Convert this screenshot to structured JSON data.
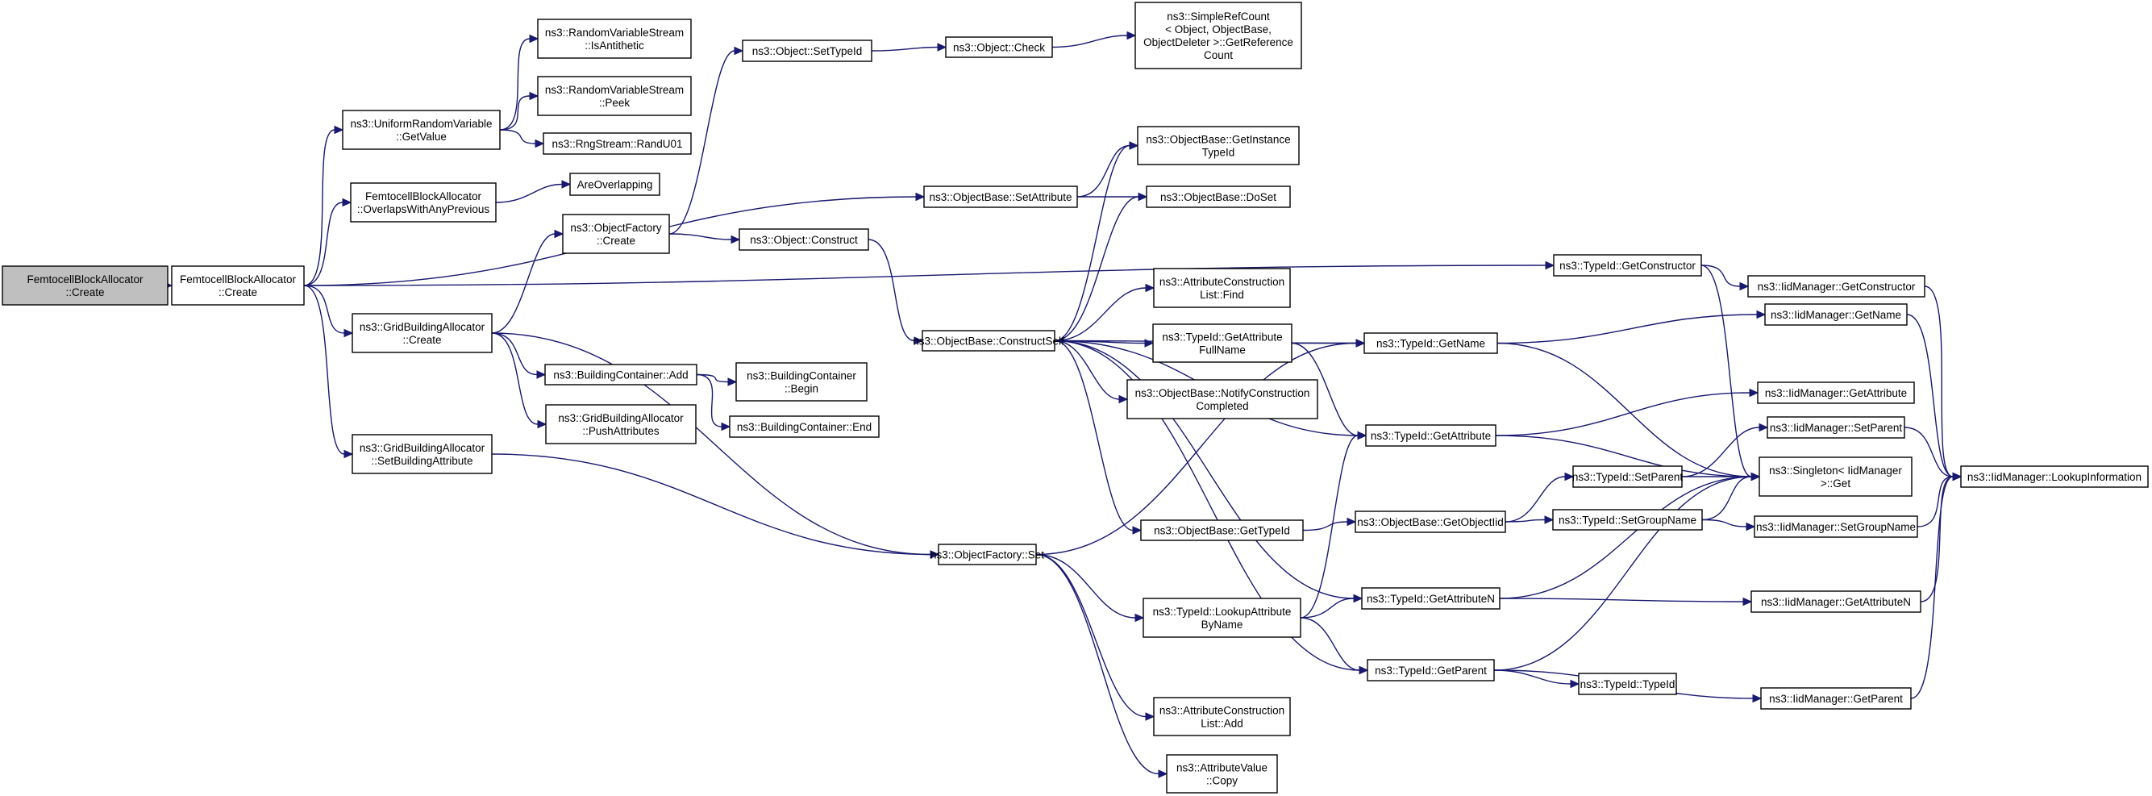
{
  "graph": {
    "edge_color": "#191970",
    "root_fill": "#bfbfbf",
    "nodes": [
      {
        "id": "root",
        "lines": [
          "FemtocellBlockAllocator",
          "::Create"
        ],
        "root": true
      },
      {
        "id": "fba",
        "lines": [
          "FemtocellBlockAllocator",
          "::Create"
        ]
      },
      {
        "id": "urvGet",
        "lines": [
          "ns3::UniformRandomVariable",
          "::GetValue"
        ]
      },
      {
        "id": "rvsAnti",
        "lines": [
          "ns3::RandomVariableStream",
          "::IsAntithetic"
        ]
      },
      {
        "id": "rvsPeek",
        "lines": [
          "ns3::RandomVariableStream",
          "::Peek"
        ]
      },
      {
        "id": "rngU01",
        "lines": [
          "ns3::RngStream::RandU01"
        ]
      },
      {
        "id": "fbaOverlap",
        "lines": [
          "FemtocellBlockAllocator",
          "::OverlapsWithAnyPrevious"
        ]
      },
      {
        "id": "areOverlap",
        "lines": [
          "AreOverlapping"
        ]
      },
      {
        "id": "ofCreate",
        "lines": [
          "ns3::ObjectFactory",
          "::Create"
        ]
      },
      {
        "id": "objSetTid",
        "lines": [
          "ns3::Object::SetTypeId"
        ]
      },
      {
        "id": "objCheck",
        "lines": [
          "ns3::Object::Check"
        ]
      },
      {
        "id": "srcGet",
        "lines": [
          "ns3::SimpleRefCount",
          "< Object, ObjectBase,",
          "ObjectDeleter >::GetReference",
          "Count"
        ]
      },
      {
        "id": "objConstruct",
        "lines": [
          "ns3::Object::Construct"
        ]
      },
      {
        "id": "obSetAttr",
        "lines": [
          "ns3::ObjectBase::SetAttribute"
        ]
      },
      {
        "id": "obGetInst",
        "lines": [
          "ns3::ObjectBase::GetInstance",
          "TypeId"
        ]
      },
      {
        "id": "obDoSet",
        "lines": [
          "ns3::ObjectBase::DoSet"
        ]
      },
      {
        "id": "gbaCreate",
        "lines": [
          "ns3::GridBuildingAllocator",
          "::Create"
        ]
      },
      {
        "id": "bcAdd",
        "lines": [
          "ns3::BuildingContainer::Add"
        ]
      },
      {
        "id": "bcBegin",
        "lines": [
          "ns3::BuildingContainer",
          "::Begin"
        ]
      },
      {
        "id": "bcEnd",
        "lines": [
          "ns3::BuildingContainer::End"
        ]
      },
      {
        "id": "gbaPush",
        "lines": [
          "ns3::GridBuildingAllocator",
          "::PushAttributes"
        ]
      },
      {
        "id": "gbaSetBA",
        "lines": [
          "ns3::GridBuildingAllocator",
          "::SetBuildingAttribute"
        ]
      },
      {
        "id": "obConstructSelf",
        "lines": [
          "ns3::ObjectBase::ConstructSelf"
        ]
      },
      {
        "id": "aclFind",
        "lines": [
          "ns3::AttributeConstruction",
          "List::Find"
        ]
      },
      {
        "id": "tidGetAttrFull",
        "lines": [
          "ns3::TypeId::GetAttribute",
          "FullName"
        ]
      },
      {
        "id": "obNotify",
        "lines": [
          "ns3::ObjectBase::NotifyConstruction",
          "Completed"
        ]
      },
      {
        "id": "obGetTid",
        "lines": [
          "ns3::ObjectBase::GetTypeId"
        ]
      },
      {
        "id": "obGetOid",
        "lines": [
          "ns3::ObjectBase::GetObjectIid"
        ]
      },
      {
        "id": "ofSet",
        "lines": [
          "ns3::ObjectFactory::Set"
        ]
      },
      {
        "id": "tidLookupAttr",
        "lines": [
          "ns3::TypeId::LookupAttribute",
          "ByName"
        ]
      },
      {
        "id": "aclAdd",
        "lines": [
          "ns3::AttributeConstruction",
          "List::Add"
        ]
      },
      {
        "id": "avCopy",
        "lines": [
          "ns3::AttributeValue",
          "::Copy"
        ]
      },
      {
        "id": "tidGetName",
        "lines": [
          "ns3::TypeId::GetName"
        ]
      },
      {
        "id": "tidGetAttr",
        "lines": [
          "ns3::TypeId::GetAttribute"
        ]
      },
      {
        "id": "tidGetAttrN",
        "lines": [
          "ns3::TypeId::GetAttributeN"
        ]
      },
      {
        "id": "tidGetParent",
        "lines": [
          "ns3::TypeId::GetParent"
        ]
      },
      {
        "id": "tidGetCtor",
        "lines": [
          "ns3::TypeId::GetConstructor"
        ]
      },
      {
        "id": "tidSetParent",
        "lines": [
          "ns3::TypeId::SetParent"
        ]
      },
      {
        "id": "tidSetGroup",
        "lines": [
          "ns3::TypeId::SetGroupName"
        ]
      },
      {
        "id": "tidTypeId",
        "lines": [
          "ns3::TypeId::TypeId"
        ]
      },
      {
        "id": "imGetCtor",
        "lines": [
          "ns3::IidManager::GetConstructor"
        ]
      },
      {
        "id": "imGetName",
        "lines": [
          "ns3::IidManager::GetName"
        ]
      },
      {
        "id": "imGetAttr",
        "lines": [
          "ns3::IidManager::GetAttribute"
        ]
      },
      {
        "id": "imSetParent",
        "lines": [
          "ns3::IidManager::SetParent"
        ]
      },
      {
        "id": "singletonGet",
        "lines": [
          "ns3::Singleton< IidManager",
          ">::Get"
        ]
      },
      {
        "id": "imSetGroup",
        "lines": [
          "ns3::IidManager::SetGroupName"
        ]
      },
      {
        "id": "imGetAttrN",
        "lines": [
          "ns3::IidManager::GetAttributeN"
        ]
      },
      {
        "id": "imGetParent",
        "lines": [
          "ns3::IidManager::GetParent"
        ]
      },
      {
        "id": "imLookup",
        "lines": [
          "ns3::IidManager::LookupInformation"
        ]
      }
    ],
    "edges": [
      [
        "root",
        "fba"
      ],
      [
        "fba",
        "urvGet"
      ],
      [
        "fba",
        "fbaOverlap"
      ],
      [
        "fba",
        "obSetAttr"
      ],
      [
        "fba",
        "gbaCreate"
      ],
      [
        "fba",
        "gbaSetBA"
      ],
      [
        "fba",
        "tidGetCtor"
      ],
      [
        "urvGet",
        "rvsAnti"
      ],
      [
        "urvGet",
        "rvsPeek"
      ],
      [
        "urvGet",
        "rngU01"
      ],
      [
        "fbaOverlap",
        "areOverlap"
      ],
      [
        "gbaCreate",
        "ofCreate"
      ],
      [
        "gbaCreate",
        "bcAdd"
      ],
      [
        "gbaCreate",
        "gbaPush"
      ],
      [
        "gbaCreate",
        "ofSet"
      ],
      [
        "bcAdd",
        "bcBegin"
      ],
      [
        "bcAdd",
        "bcEnd"
      ],
      [
        "gbaSetBA",
        "ofSet"
      ],
      [
        "ofCreate",
        "objSetTid"
      ],
      [
        "ofCreate",
        "objConstruct"
      ],
      [
        "objSetTid",
        "objCheck"
      ],
      [
        "objCheck",
        "srcGet"
      ],
      [
        "objConstruct",
        "obConstructSelf"
      ],
      [
        "obSetAttr",
        "obGetInst"
      ],
      [
        "obSetAttr",
        "obDoSet"
      ],
      [
        "obConstructSelf",
        "obGetInst"
      ],
      [
        "obConstructSelf",
        "obDoSet"
      ],
      [
        "obConstructSelf",
        "aclFind"
      ],
      [
        "obConstructSelf",
        "tidGetAttrFull"
      ],
      [
        "obConstructSelf",
        "obNotify"
      ],
      [
        "obConstructSelf",
        "obGetTid"
      ],
      [
        "obConstructSelf",
        "tidGetName"
      ],
      [
        "obConstructSelf",
        "tidGetAttr"
      ],
      [
        "obConstructSelf",
        "tidGetAttrN"
      ],
      [
        "obConstructSelf",
        "tidGetParent"
      ],
      [
        "tidGetAttrFull",
        "tidGetName"
      ],
      [
        "tidGetAttrFull",
        "tidGetAttr"
      ],
      [
        "obGetTid",
        "obGetOid"
      ],
      [
        "obGetOid",
        "tidSetParent"
      ],
      [
        "obGetOid",
        "tidSetGroup"
      ],
      [
        "ofSet",
        "tidGetName"
      ],
      [
        "ofSet",
        "tidLookupAttr"
      ],
      [
        "ofSet",
        "aclAdd"
      ],
      [
        "ofSet",
        "avCopy"
      ],
      [
        "tidLookupAttr",
        "tidGetAttr"
      ],
      [
        "tidLookupAttr",
        "tidGetAttrN"
      ],
      [
        "tidLookupAttr",
        "tidGetParent"
      ],
      [
        "tidGetName",
        "imGetName"
      ],
      [
        "tidGetName",
        "singletonGet"
      ],
      [
        "tidGetAttr",
        "imGetAttr"
      ],
      [
        "tidGetAttr",
        "singletonGet"
      ],
      [
        "tidGetAttrN",
        "singletonGet"
      ],
      [
        "tidGetAttrN",
        "imGetAttrN"
      ],
      [
        "tidGetParent",
        "singletonGet"
      ],
      [
        "tidGetParent",
        "tidTypeId"
      ],
      [
        "tidGetParent",
        "imGetParent"
      ],
      [
        "tidGetCtor",
        "imGetCtor"
      ],
      [
        "tidGetCtor",
        "singletonGet"
      ],
      [
        "tidSetParent",
        "imSetParent"
      ],
      [
        "tidSetParent",
        "singletonGet"
      ],
      [
        "tidSetGroup",
        "singletonGet"
      ],
      [
        "tidSetGroup",
        "imSetGroup"
      ],
      [
        "imGetCtor",
        "imLookup"
      ],
      [
        "imGetName",
        "imLookup"
      ],
      [
        "imSetParent",
        "imLookup"
      ],
      [
        "imSetGroup",
        "imLookup"
      ],
      [
        "imGetAttrN",
        "imLookup"
      ],
      [
        "imGetParent",
        "imLookup"
      ]
    ]
  }
}
